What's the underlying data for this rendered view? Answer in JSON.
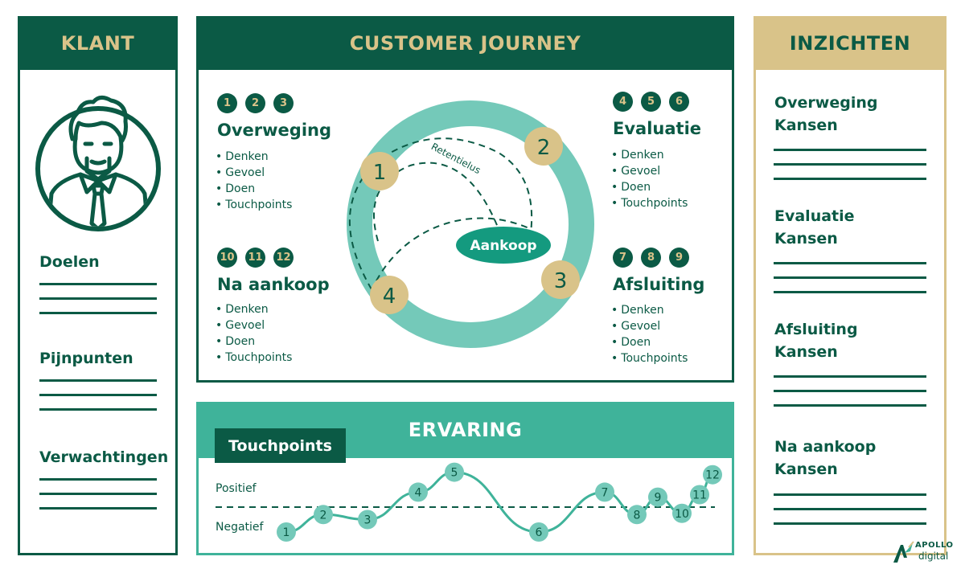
{
  "klant": {
    "header": "KLANT",
    "sections": [
      {
        "label": "Doelen"
      },
      {
        "label": "Pijnpunten"
      },
      {
        "label": "Verwachtingen"
      }
    ]
  },
  "journey": {
    "header": "CUSTOMER JOURNEY",
    "stages": [
      {
        "numbers": [
          "1",
          "2",
          "3"
        ],
        "title": "Overweging",
        "bullets": [
          "Denken",
          "Gevoel",
          "Doen",
          "Touchpoints"
        ]
      },
      {
        "numbers": [
          "4",
          "5",
          "6"
        ],
        "title": "Evaluatie",
        "bullets": [
          "Denken",
          "Gevoel",
          "Doen",
          "Touchpoints"
        ]
      },
      {
        "numbers": [
          "10",
          "11",
          "12"
        ],
        "title": "Na aankoop",
        "bullets": [
          "Denken",
          "Gevoel",
          "Doen",
          "Touchpoints"
        ]
      },
      {
        "numbers": [
          "7",
          "8",
          "9"
        ],
        "title": "Afsluiting",
        "bullets": [
          "Denken",
          "Gevoel",
          "Doen",
          "Touchpoints"
        ]
      }
    ],
    "cycle_markers": [
      "1",
      "2",
      "3",
      "4"
    ],
    "loop_label": "Retentielus",
    "center_label": "Aankoop"
  },
  "ervaring": {
    "header": "ERVARING",
    "tag": "Touchpoints",
    "positive_label": "Positief",
    "negative_label": "Negatief",
    "points": [
      {
        "label": "1",
        "value": -1.0
      },
      {
        "label": "2",
        "value": -0.3
      },
      {
        "label": "3",
        "value": -0.5
      },
      {
        "label": "4",
        "value": 0.6
      },
      {
        "label": "5",
        "value": 1.4
      },
      {
        "label": "6",
        "value": -1.0
      },
      {
        "label": "7",
        "value": 0.6
      },
      {
        "label": "8",
        "value": -0.3
      },
      {
        "label": "9",
        "value": 0.4
      },
      {
        "label": "10",
        "value": -0.25
      },
      {
        "label": "11",
        "value": 0.5
      },
      {
        "label": "12",
        "value": 1.3
      }
    ]
  },
  "inzichten": {
    "header": "INZICHTEN",
    "sections": [
      {
        "title": "Overweging Kansen"
      },
      {
        "title": "Evaluatie Kansen"
      },
      {
        "title": "Afsluiting Kansen"
      },
      {
        "title": "Na aankoop Kansen"
      }
    ]
  },
  "brand": {
    "line1": "APOLLO",
    "line2": "digital"
  },
  "colors": {
    "dark_green": "#0b5a45",
    "teal": "#3fb39a",
    "light_teal": "#74c9b9",
    "gold": "#d9c389"
  }
}
